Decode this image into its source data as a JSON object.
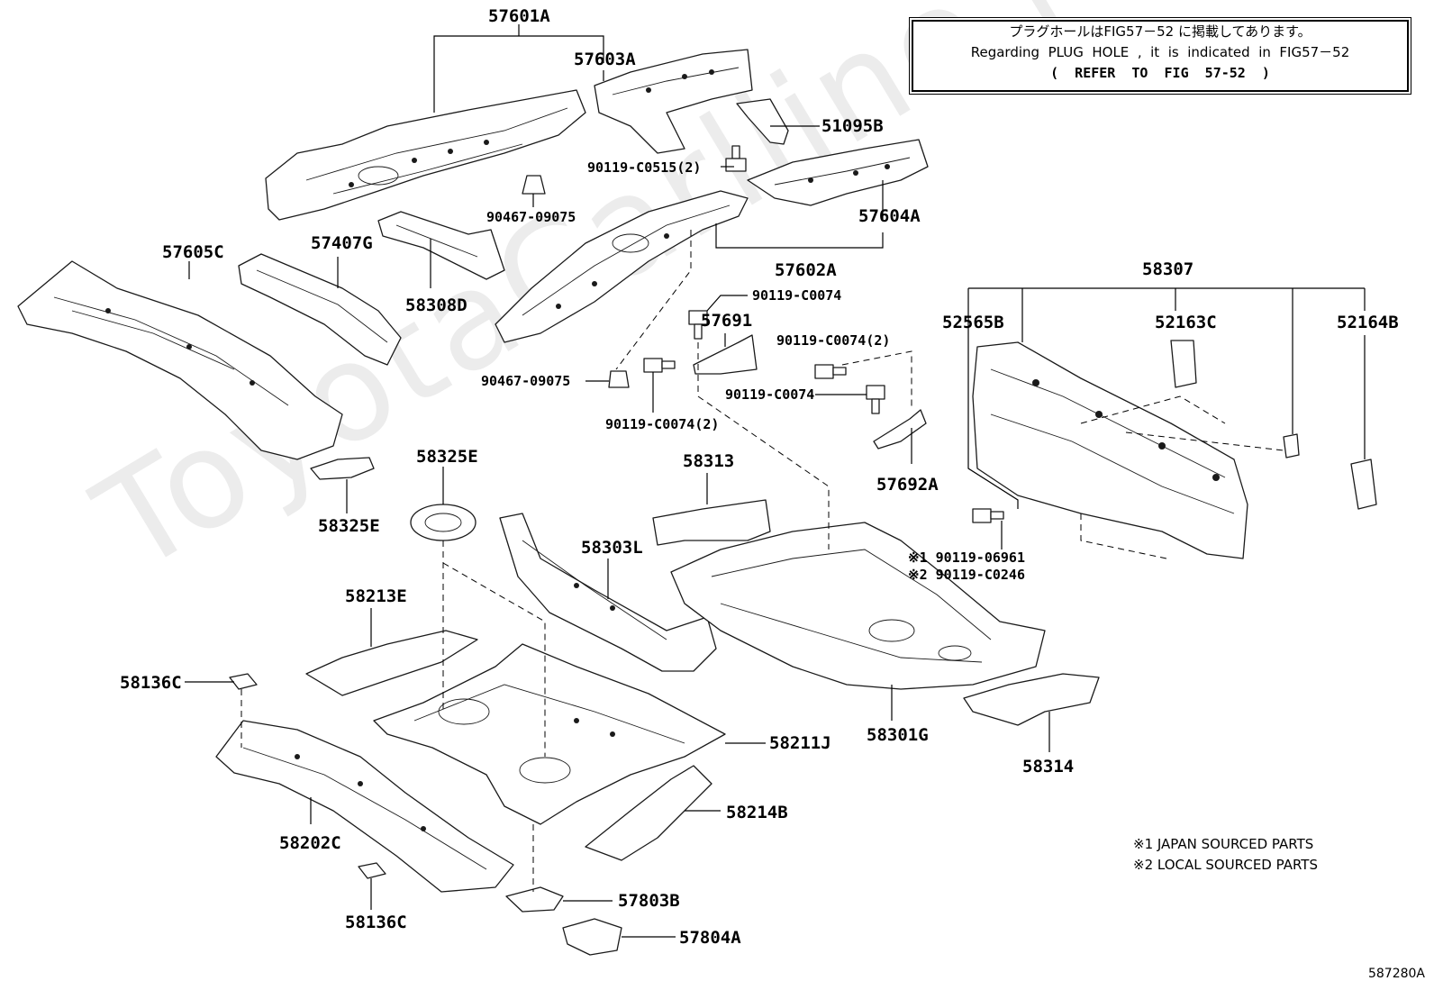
{
  "watermark": "ToyotaCarlline.ru",
  "note": {
    "line_ja": "プラグホールはFIG57－52 に掲載してあります。",
    "line_en": "Regarding  PLUG  HOLE  ,  it  is  indicated  in  FIG57－52",
    "line_ref": "(  REFER  TO  FIG  57-52  )"
  },
  "legend": {
    "japan": "※1 JAPAN SOURCED PARTS",
    "local": "※2 LOCAL SOURCED PARTS"
  },
  "figure_number": "587280A",
  "parts": {
    "p57601A": "57601A",
    "p57603A": "57603A",
    "p51095B": "51095B",
    "p90119C0515": "90119-C0515(2)",
    "p90467_a": "90467-09075",
    "p57604A": "57604A",
    "p57602A": "57602A",
    "p57605C": "57605C",
    "p57407G": "57407G",
    "p58308D": "58308D",
    "p90119C0074_a": "90119-C0074",
    "p57691": "57691",
    "p90119C0074_2a": "90119-C0074(2)",
    "p90467_b": "90467-09075",
    "p90119C0074_b": "90119-C0074",
    "p90119C0074_2b": "90119-C0074(2)",
    "p57692A": "57692A",
    "p58307": "58307",
    "p52565B": "52565B",
    "p52163C": "52163C",
    "p52164B": "52164B",
    "p58325E_a": "58325E",
    "p58325E_b": "58325E",
    "p58313": "58313",
    "p58303L": "58303L",
    "p90119_06961": "※1 90119-06961",
    "p90119_C0246": "※2 90119-C0246",
    "p58213E": "58213E",
    "p58136C_a": "58136C",
    "p58211J": "58211J",
    "p58301G": "58301G",
    "p58314": "58314",
    "p58214B": "58214B",
    "p58202C": "58202C",
    "p58136C_b": "58136C",
    "p57803B": "57803B",
    "p57804A": "57804A"
  }
}
